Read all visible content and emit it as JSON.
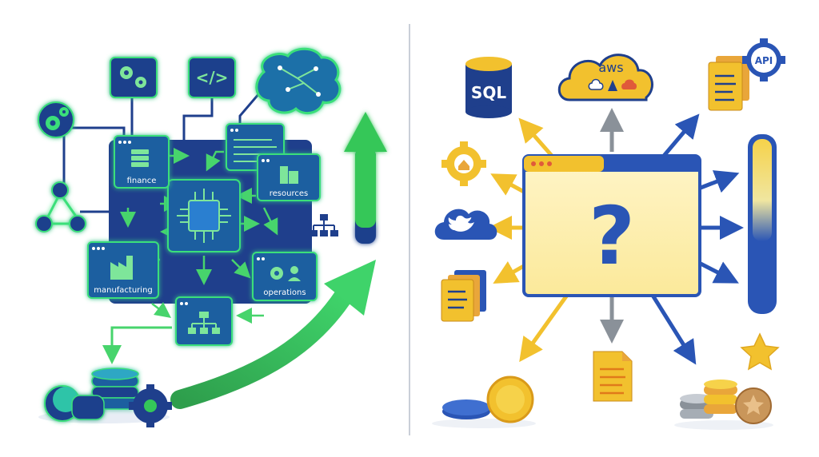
{
  "left_panel": {
    "modules": {
      "finance": "finance",
      "resources": "resources",
      "manufacturing": "manufacturing",
      "operations": "operations"
    },
    "top_icons": [
      "gears-icon",
      "code-icon",
      "brain-circuit-icon"
    ],
    "side_icons": [
      "gears-icon",
      "people-network-icon"
    ],
    "bottom_icons": [
      "coin-stack-icon",
      "gear-icon",
      "org-chart-icon"
    ],
    "trend": "up"
  },
  "right_panel": {
    "center_symbol": "?",
    "sources": {
      "sql": "SQL",
      "aws": "aws",
      "api": "API"
    },
    "icons": [
      "database-icon",
      "cloud-icon",
      "document-icon",
      "gear-icon",
      "twitter-cloud-icon",
      "files-icon",
      "coin-icon",
      "star-icon",
      "progress-bar-icon"
    ],
    "gauge_level": 0.6
  },
  "colors": {
    "left_navy": "#1f3f8c",
    "left_green": "#34c759",
    "left_glow": "#39e07a",
    "right_yellow": "#f2c12e",
    "right_blue": "#2a55b5",
    "right_gray": "#8a9199",
    "divider": "#c9cfd8"
  }
}
